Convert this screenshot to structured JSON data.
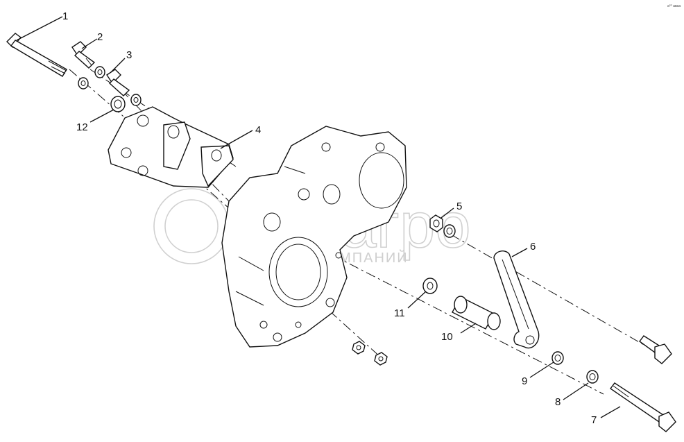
{
  "watermark": {
    "brand": "белагро",
    "subtitle": "ГРУППА КОМПАНИЙ"
  },
  "corner_mark": "а⁰⁰ аваа",
  "callouts": [
    {
      "id": "c1",
      "label": "1"
    },
    {
      "id": "c2",
      "label": "2"
    },
    {
      "id": "c3",
      "label": "3"
    },
    {
      "id": "c4",
      "label": "4"
    },
    {
      "id": "c5",
      "label": "5"
    },
    {
      "id": "c6",
      "label": "6"
    },
    {
      "id": "c7",
      "label": "7"
    },
    {
      "id": "c8",
      "label": "8"
    },
    {
      "id": "c9",
      "label": "9"
    },
    {
      "id": "c10",
      "label": "10"
    },
    {
      "id": "c11",
      "label": "11"
    },
    {
      "id": "c12",
      "label": "12"
    }
  ],
  "colors": {
    "ink": "#111111",
    "watermark": "#cfcfcf",
    "background": "#ffffff"
  }
}
